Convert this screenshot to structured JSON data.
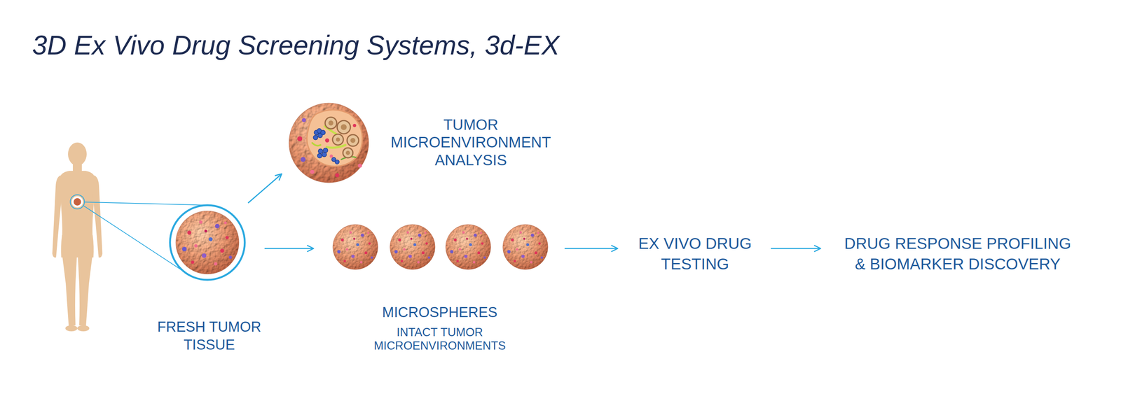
{
  "diagram": {
    "title": "3D Ex Vivo Drug Screening Systems, 3d-EX",
    "nodes": [
      {
        "text": [
          "FRESH TUMOR TISSUE"
        ]
      },
      {
        "text": [
          "TUMOR MICROENVIRONMENT ANALYSIS"
        ]
      },
      {
        "text": [
          "MICROSPHERES",
          "INTACT TUMOR MICROENVIRONMENTS"
        ]
      },
      {
        "text": [
          "EX VIVO DRUG TESTING"
        ]
      },
      {
        "text": [
          "DRUG RESPONSE PROFILING & BIOMARKER DISCOVERY"
        ]
      }
    ],
    "edges": [
      {
        "from": 0,
        "to": 1,
        "arrow": "to"
      },
      {
        "from": 0,
        "to": 2,
        "arrow": "to"
      },
      {
        "from": 2,
        "to": 3,
        "arrow": "to"
      },
      {
        "from": 3,
        "to": 4,
        "arrow": "to"
      }
    ]
  }
}
